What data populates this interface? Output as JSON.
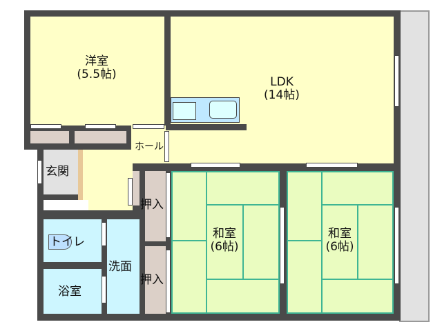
{
  "rooms": {
    "western": {
      "name": "洋室",
      "size": "(5.5帖)"
    },
    "ldk": {
      "name": "LDK",
      "size": "(14帖)"
    },
    "hall": "ホール",
    "entrance": "玄関",
    "closet_upper": "押入",
    "closet_lower": "押入",
    "toilet": "トイレ",
    "washroom": "洗面",
    "bath": "浴室",
    "japanese1": {
      "name": "和室",
      "size": "(6帖)"
    },
    "japanese2": {
      "name": "和室",
      "size": "(6帖)"
    }
  },
  "colors": {
    "wall": "#4a4a4a",
    "living": "#ffffc8",
    "tatami": "#eafcc0",
    "wet": "#cdf6ff",
    "closet": "#dcd0c8",
    "balcony": "#e2e2e2"
  }
}
